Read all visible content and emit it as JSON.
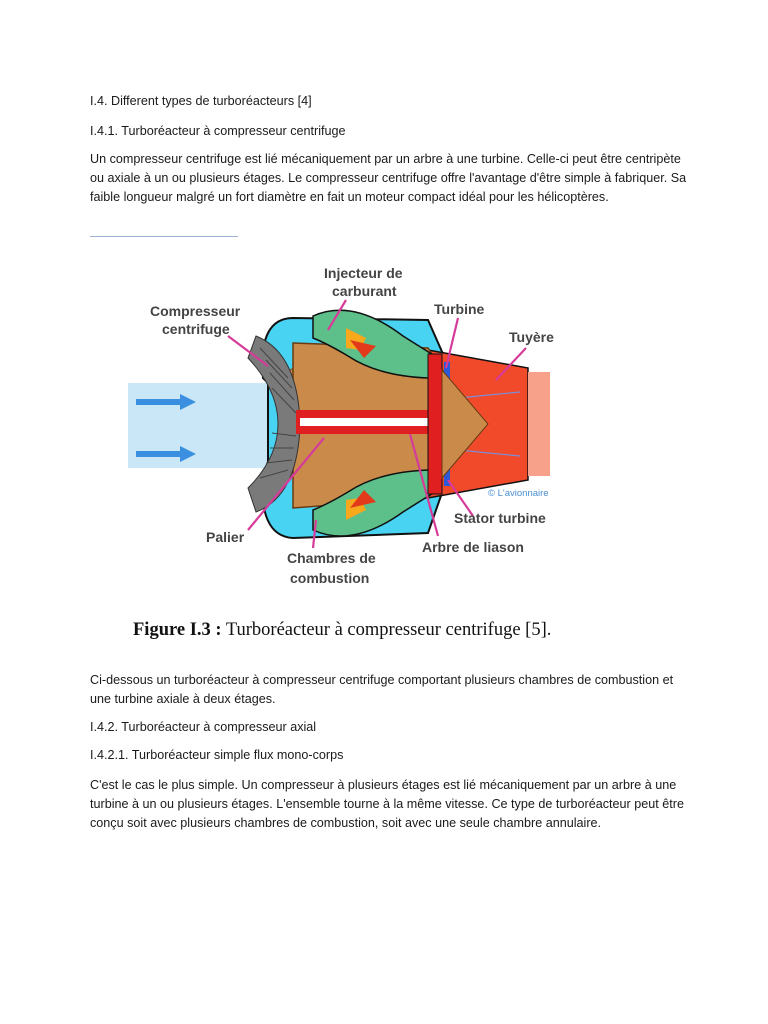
{
  "sections": {
    "types_heading": "I.4. Different types de turboréacteurs [4]",
    "centrifuge_heading": "I.4.1. Turboréacteur à compresseur centrifuge",
    "centrifuge_paragraph": "Un compresseur centrifuge est lié mécaniquement par un arbre à une turbine. Celle-ci peut être centripète ou axiale à un ou plusieurs étages. Le compresseur centrifuge offre l'avantage d'être simple à fabriquer. Sa faible longueur malgré un fort diamètre en fait un moteur compact idéal pour les hélicoptères.",
    "below_paragraph": "Ci-dessous un turboréacteur à compresseur centrifuge comportant plusieurs chambres de combustion et une turbine axiale à deux étages.",
    "axial_heading": "I.4.2. Turboréacteur à compresseur axial",
    "simple_heading": "I.4.2.1. Turboréacteur simple flux mono-corps",
    "simple_paragraph": "C'est le cas le plus simple. Un compresseur à plusieurs étages est lié mécaniquement par un arbre à une turbine à un ou plusieurs étages. L'ensemble tourne à la même vitesse. Ce type de turboréacteur peut être conçu soit avec plusieurs chambres de combustion, soit avec une seule chambre annulaire."
  },
  "diagram": {
    "labels": {
      "injecteur_line1": "Injecteur de",
      "injecteur_line2": "carburant",
      "compresseur_line1": "Compresseur",
      "compresseur_line2": "centrifuge",
      "turbine": "Turbine",
      "tuyere": "Tuyère",
      "palier": "Palier",
      "chambres_line1": "Chambres de",
      "chambres_line2": "combustion",
      "stator": "Stator turbine",
      "arbre": "Arbre de liason",
      "watermark": "© L'avionnaire"
    },
    "colors": {
      "casing": "#49d3f2",
      "intake_air": "#c9e7f7",
      "core": "#c98a4a",
      "chamber": "#5dbf8a",
      "shaft": "#e02020",
      "nozzle": "#f04a2a",
      "leader": "#d63b9a",
      "flame": "#f7a81b"
    }
  },
  "figure": {
    "caption_label": "Figure I.3 :",
    "caption_text": " Turboréacteur à compresseur centrifuge [5]."
  }
}
